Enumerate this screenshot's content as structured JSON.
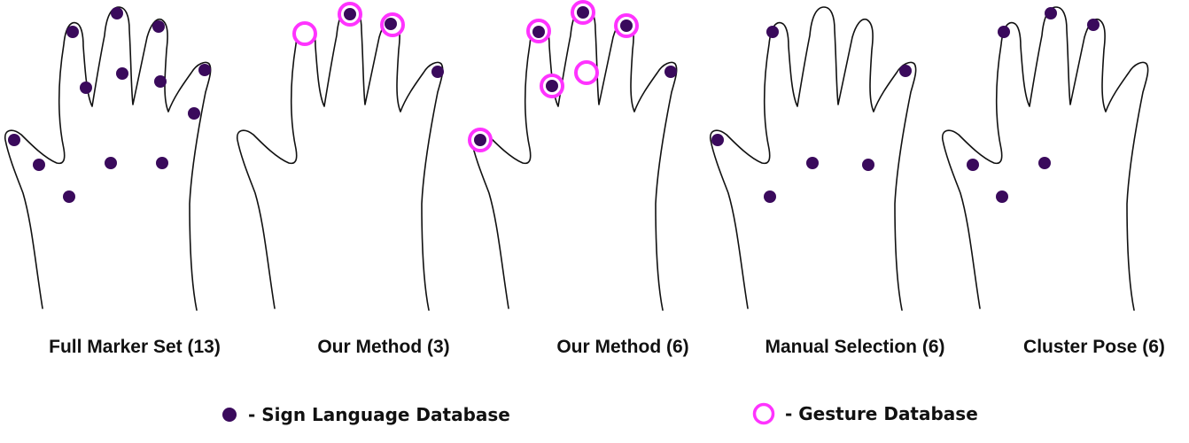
{
  "colors": {
    "sign_marker": "#3a0a5c",
    "gesture_ring": "#ff33ff",
    "outline": "#111111"
  },
  "panels": [
    {
      "caption": "Full Marker Set (13)"
    },
    {
      "caption": "Our Method (3)"
    },
    {
      "caption": "Our Method (6)"
    },
    {
      "caption": "Manual Selection (6)"
    },
    {
      "caption": "Cluster Pose (6)"
    }
  ],
  "legend": {
    "sign_label": "- Sign Language Database",
    "gesture_label": "- Gesture Database",
    "sign_icon": "filled-dot-icon",
    "gesture_icon": "ring-icon"
  }
}
